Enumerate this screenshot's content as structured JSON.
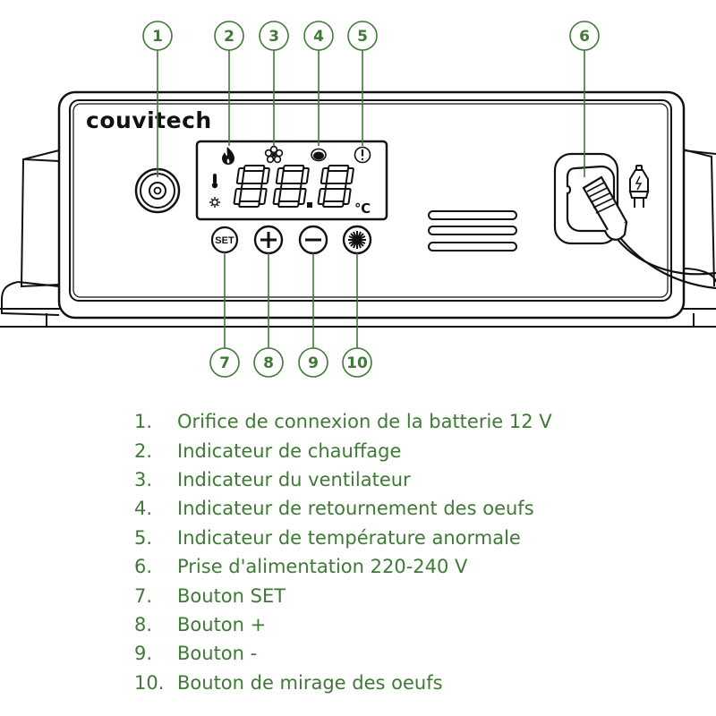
{
  "colors": {
    "accent": "#3e7a35",
    "line": "#111111",
    "background": "#ffffff"
  },
  "device": {
    "brand": "couvitech",
    "display": {
      "digits": "88.8",
      "unit": "℃",
      "icons": [
        "flame-icon",
        "fan-icon",
        "egg-turning-icon",
        "alert-icon",
        "thermometer-icon",
        "sun-icon"
      ]
    },
    "buttons": {
      "set_label": "SET",
      "plus_icon": "plus-icon",
      "minus_icon": "minus-icon",
      "candling_icon": "light-burst-icon"
    },
    "power_icon": "plug-icon"
  },
  "callouts": [
    "1",
    "2",
    "3",
    "4",
    "5",
    "6",
    "7",
    "8",
    "9",
    "10"
  ],
  "legend": [
    {
      "num": "1.",
      "text": "Orifice de connexion de la batterie 12 V"
    },
    {
      "num": "2.",
      "text": "Indicateur de chauffage"
    },
    {
      "num": "3.",
      "text": "Indicateur du ventilateur"
    },
    {
      "num": "4.",
      "text": "Indicateur de retournement des oeufs"
    },
    {
      "num": "5.",
      "text": "Indicateur de température anormale"
    },
    {
      "num": "6.",
      "text": "Prise d'alimentation 220-240 V"
    },
    {
      "num": "7.",
      "text": "Bouton SET"
    },
    {
      "num": "8.",
      "text": "Bouton +"
    },
    {
      "num": "9.",
      "text": "Bouton -"
    },
    {
      "num": "10.",
      "text": "Bouton de mirage des oeufs"
    }
  ]
}
